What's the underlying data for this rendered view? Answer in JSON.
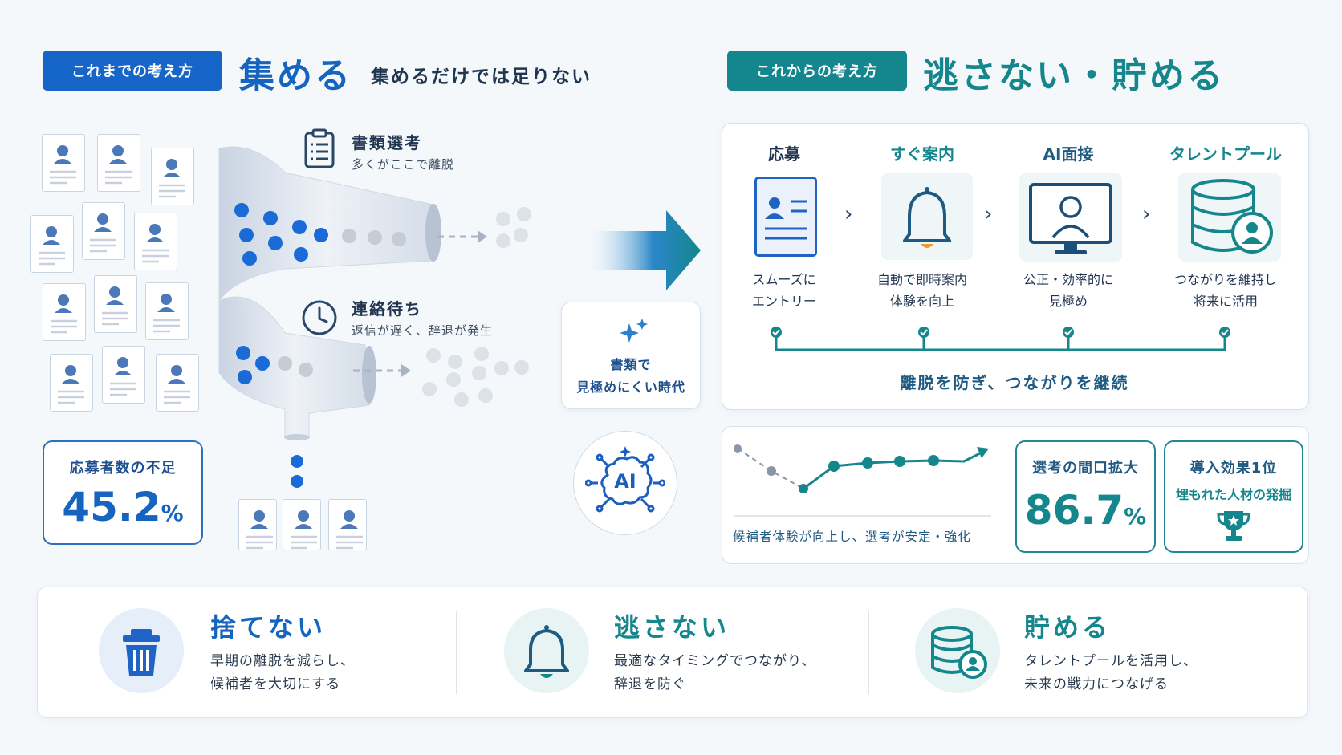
{
  "left_header": {
    "tag": "これまでの考え方",
    "title": "集める",
    "subtitle": "集めるだけでは足りない"
  },
  "right_header": {
    "tag": "これからの考え方",
    "title": "逃さない・貯める"
  },
  "funnel": {
    "stage1_title": "書類選考",
    "stage1_desc": "多くがここで離脱",
    "stage2_title": "連絡待ち",
    "stage2_desc": "返信が遅く、辞退が発生"
  },
  "shortage": {
    "label": "応募者数の不足",
    "value": "45.2",
    "unit": "%"
  },
  "era_card": {
    "line1": "書類で",
    "line2": "見極めにくい時代"
  },
  "ai_badge": "AI",
  "flow": {
    "steps": [
      {
        "title": "応募",
        "desc1": "スムーズに",
        "desc2": "エントリー"
      },
      {
        "title": "すぐ案内",
        "desc1": "自動で即時案内",
        "desc2": "体験を向上"
      },
      {
        "title": "AI面接",
        "desc1": "公正・効率的に",
        "desc2": "見極め"
      },
      {
        "title": "タレントプール",
        "desc1": "つながりを維持し",
        "desc2": "将来に活用"
      }
    ],
    "footer": "離脱を防ぎ、つながりを継続"
  },
  "trend_caption": "候補者体験が向上し、選考が安定・強化",
  "widen": {
    "label": "選考の間口拡大",
    "value": "86.7",
    "unit": "%"
  },
  "effect": {
    "label1": "導入効果1位",
    "label2": "埋もれた人材の発掘"
  },
  "bottom": [
    {
      "title": "捨てない",
      "desc1": "早期の離脱を減らし、",
      "desc2": "候補者を大切にする",
      "icon": "trash-icon"
    },
    {
      "title": "逃さない",
      "desc1": "最適なタイミングでつながり、",
      "desc2": "辞退を防ぐ",
      "icon": "bell-icon"
    },
    {
      "title": "貯める",
      "desc1": "タレントプールを活用し、",
      "desc2": "未来の戦力につなげる",
      "icon": "database-icon"
    }
  ],
  "colors": {
    "blue": "#1565c0",
    "teal": "#14868c",
    "navy": "#1f3550"
  }
}
